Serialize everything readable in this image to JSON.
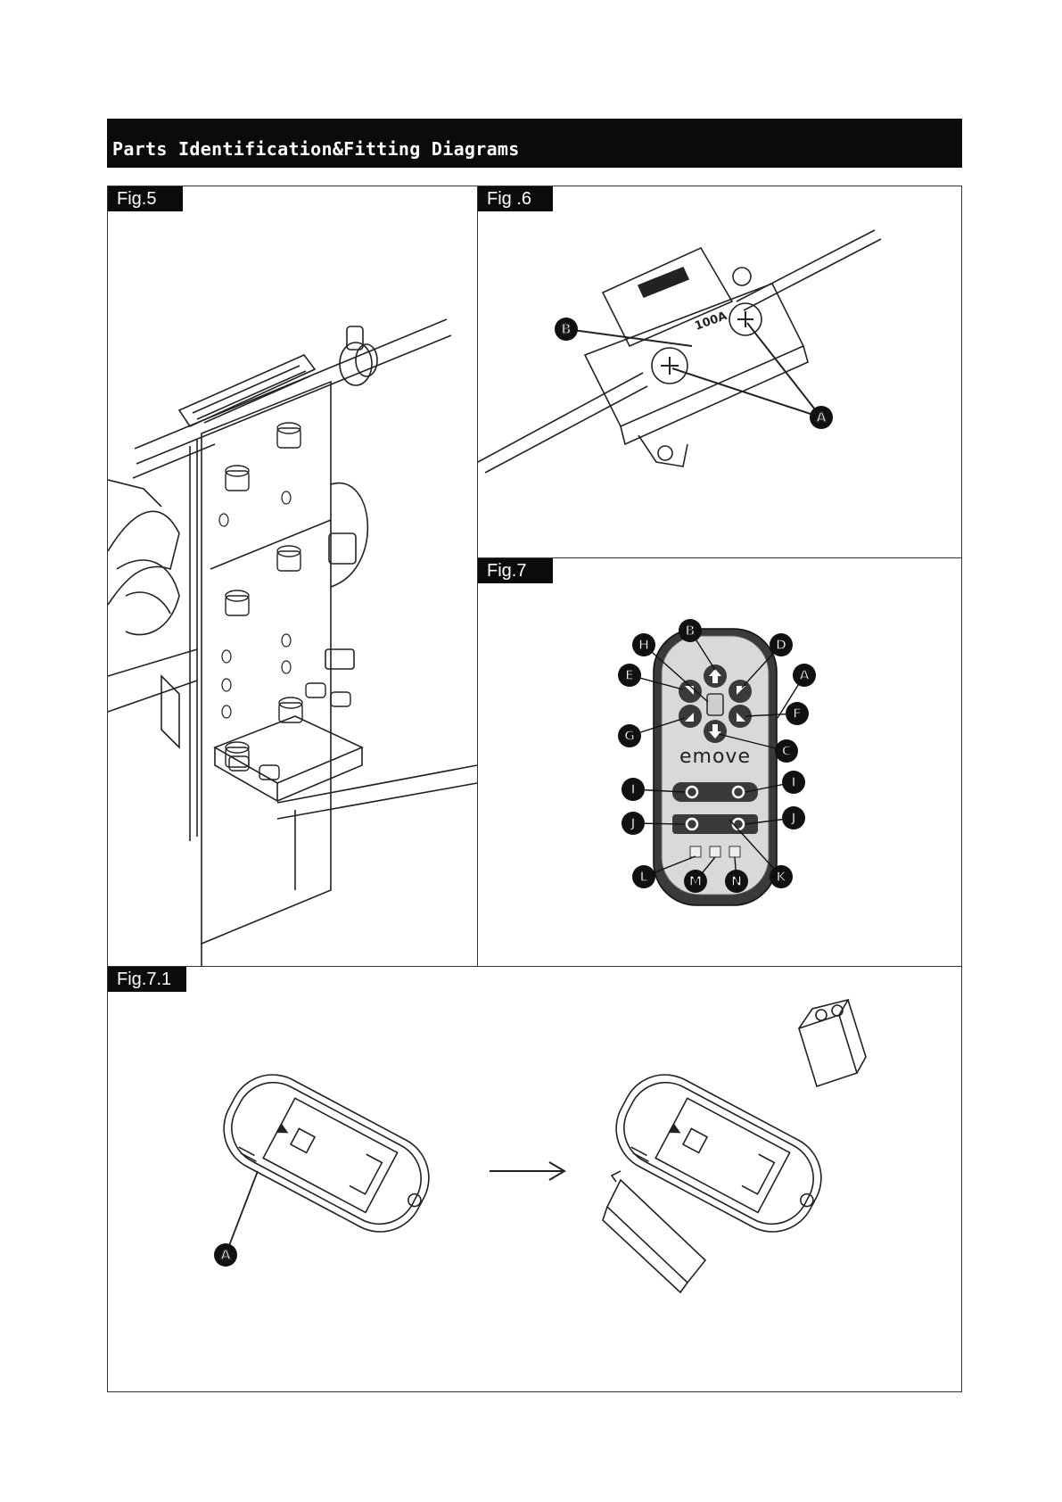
{
  "header": {
    "title": "Parts Identification&Fitting Diagrams"
  },
  "figures": {
    "fig5": {
      "tag": "Fig.5"
    },
    "fig6": {
      "tag": "Fig .6",
      "fuse_rating": "100A",
      "callouts": [
        "B",
        "A"
      ]
    },
    "fig7": {
      "tag": "Fig.7",
      "brand": "emove",
      "callouts": [
        "B",
        "H",
        "D",
        "E",
        "A",
        "F",
        "G",
        "C",
        "I",
        "I",
        "J",
        "J",
        "L",
        "M",
        "N",
        "K"
      ]
    },
    "fig71": {
      "tag": "Fig.7.1",
      "callouts": [
        "A"
      ]
    }
  }
}
